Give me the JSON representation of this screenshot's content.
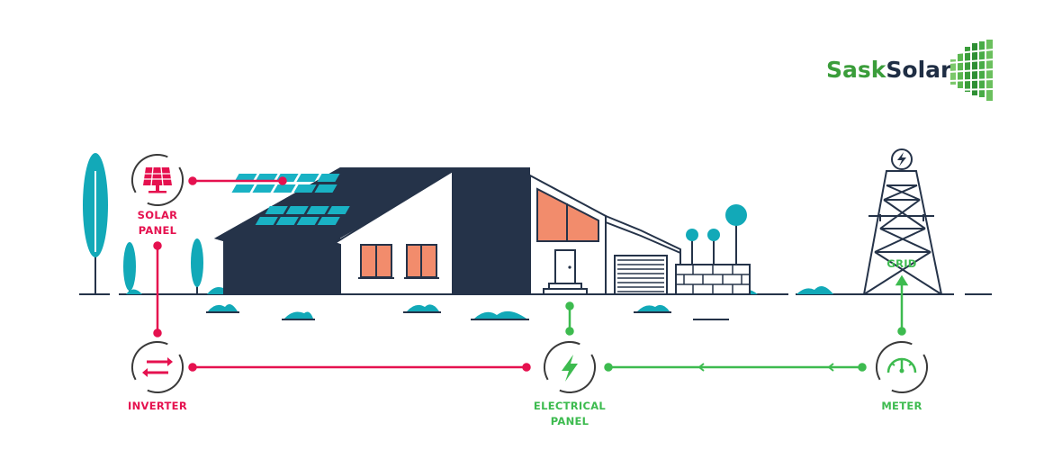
{
  "brand": {
    "name_part1": "Sask",
    "name_part2": "Solar",
    "color_part1": "#3a9d3a",
    "color_part2": "#1f2e44"
  },
  "colors": {
    "navy": "#253349",
    "teal": "#12a9b8",
    "panel_cyan": "#19b2c4",
    "salmon": "#f28c6c",
    "red_flow": "#e5114f",
    "green_flow": "#3dbb4f",
    "icon_gray": "#3a3a3a"
  },
  "nodes": {
    "solar_panel": {
      "line1": "SOLAR",
      "line2": "PANEL",
      "icon": "solar-panel-icon"
    },
    "inverter": {
      "line1": "INVERTER",
      "icon": "inverter-arrows-icon"
    },
    "electrical_panel": {
      "line1": "ELECTRICAL",
      "line2": "PANEL",
      "icon": "lightning-bolt-icon"
    },
    "meter": {
      "line1": "METER",
      "icon": "gauge-meter-icon"
    },
    "grid": {
      "line1": "GRID",
      "icon": "power-tower-icon"
    }
  }
}
